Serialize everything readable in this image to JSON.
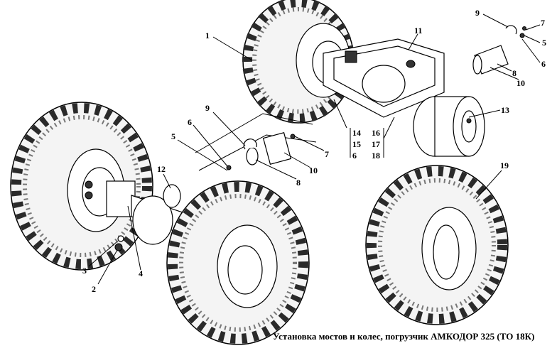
{
  "caption": "Установка мостов и колес, погрузчик АМКОДОР 325 (ТО 18К)",
  "callouts": {
    "c1": "1",
    "c11": "11",
    "c9a": "9",
    "c7a": "7",
    "c5a": "5",
    "c6a": "6",
    "c8a": "8",
    "c10a": "10",
    "c13": "13",
    "c14": "14",
    "c15": "15",
    "c6b": "6",
    "c16": "16",
    "c17": "17",
    "c18": "18",
    "c9b": "9",
    "c6c": "6",
    "c5b": "5",
    "c7b": "7",
    "c10b": "10",
    "c8b": "8",
    "c12": "12",
    "c19": "19",
    "c3": "3",
    "c2": "2",
    "c4": "4"
  }
}
